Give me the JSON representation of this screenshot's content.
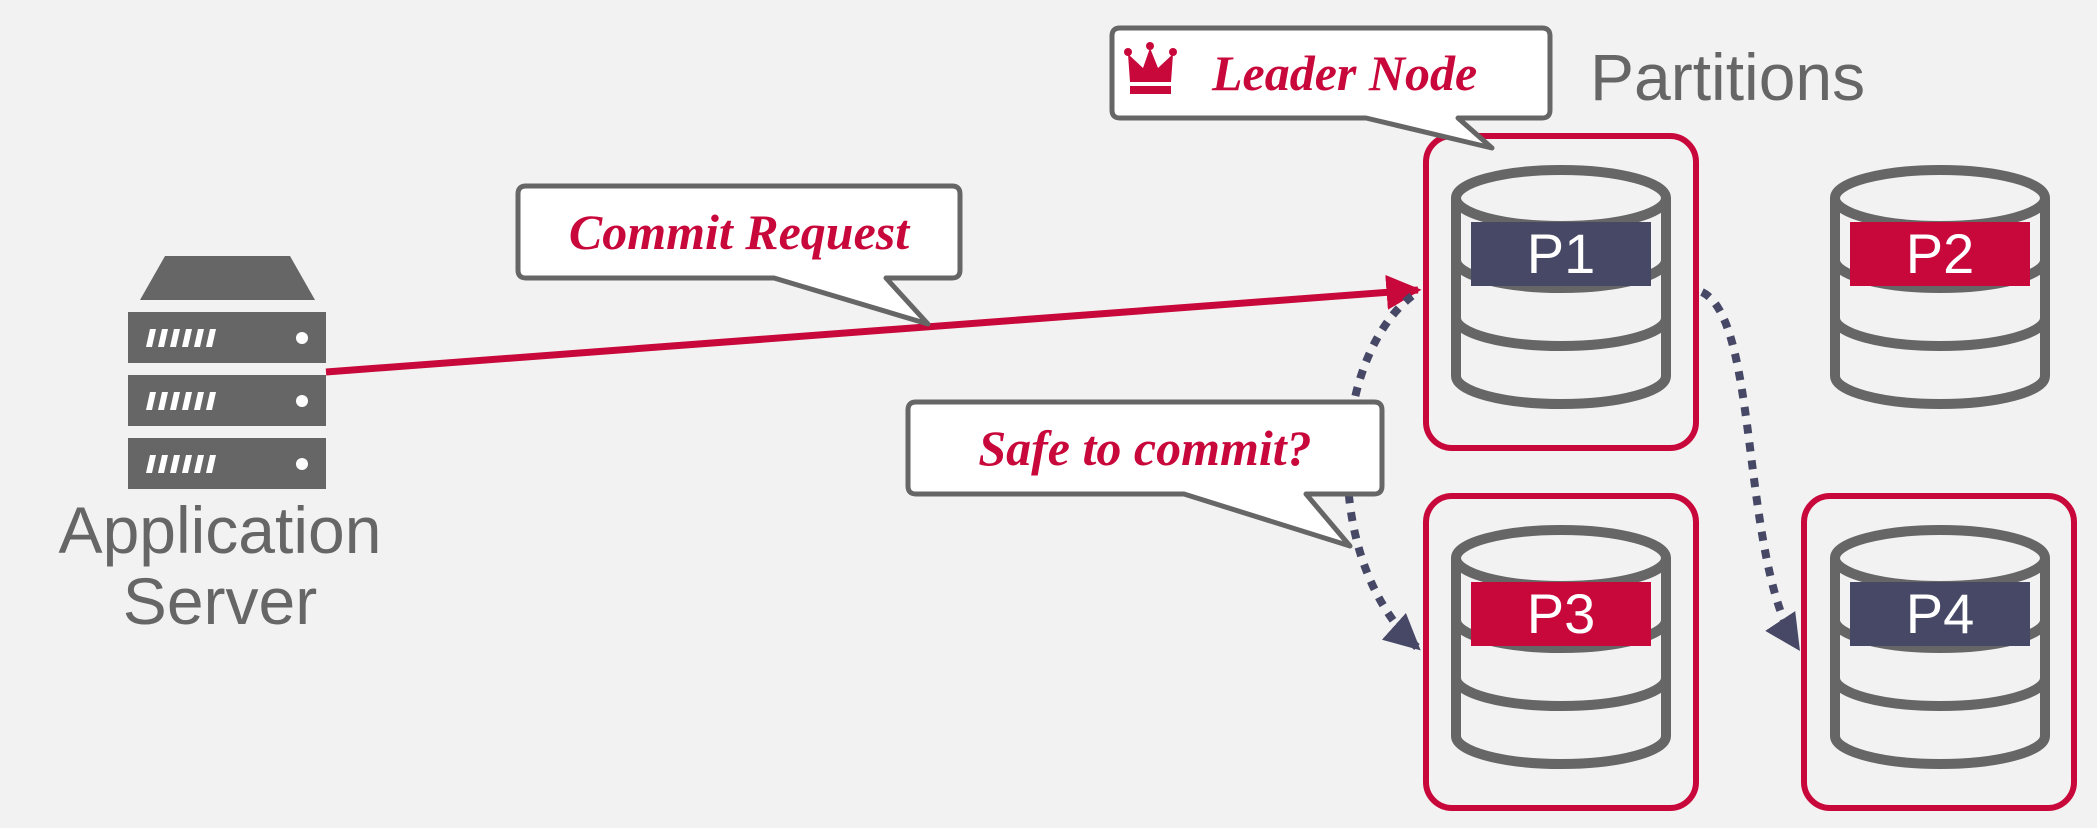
{
  "colors": {
    "background": "#f2f2f2",
    "accent_red": "#c8073b",
    "dark_slate": "#464866",
    "gray": "#666666",
    "white": "#ffffff"
  },
  "app_server": {
    "label_line1": "Application",
    "label_line2": "Server",
    "icon": "server-rack-icon"
  },
  "partitions_title": "Partitions",
  "callouts": {
    "leader": "Leader Node",
    "leader_icon": "crown-icon",
    "commit": "Commit Request",
    "safe": "Safe to commit?"
  },
  "partitions": [
    {
      "label": "P1",
      "label_color": "#464866",
      "highlighted": true
    },
    {
      "label": "P2",
      "label_color": "#c8073b",
      "highlighted": false
    },
    {
      "label": "P3",
      "label_color": "#c8073b",
      "highlighted": true
    },
    {
      "label": "P4",
      "label_color": "#464866",
      "highlighted": true
    }
  ]
}
